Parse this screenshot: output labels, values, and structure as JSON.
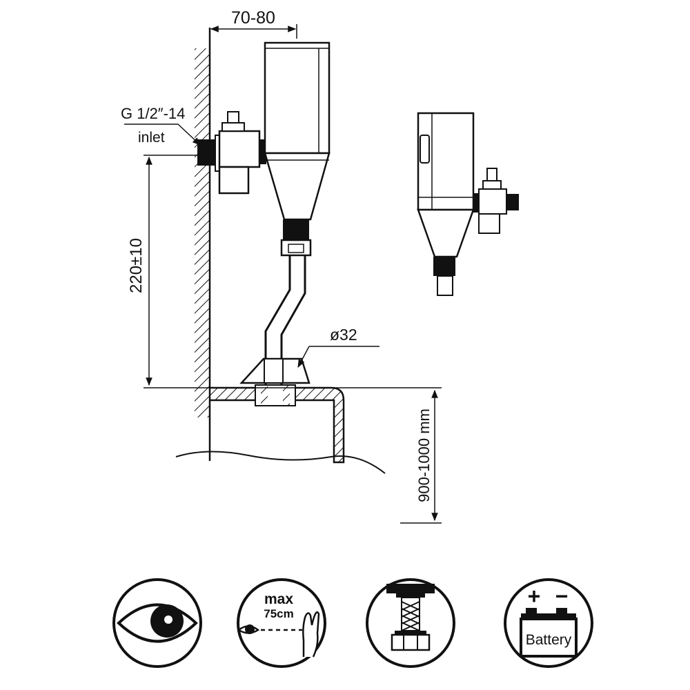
{
  "dimensions": {
    "wall_offset": "70-80",
    "inlet_thread": "G 1/2″-14",
    "inlet_label": "inlet",
    "height_above_urinal": "220±10",
    "pipe_diameter": "ø32",
    "mount_height": "900-1000 mm"
  },
  "icons": [
    {
      "name": "eye-sensor-icon"
    },
    {
      "name": "hand-distance-icon",
      "line1": "max",
      "line2": "75cm"
    },
    {
      "name": "braided-hose-icon"
    },
    {
      "name": "battery-icon",
      "label": "Battery",
      "plus": "+",
      "minus": "−"
    }
  ],
  "colors": {
    "ink": "#111111",
    "paper": "#ffffff"
  }
}
